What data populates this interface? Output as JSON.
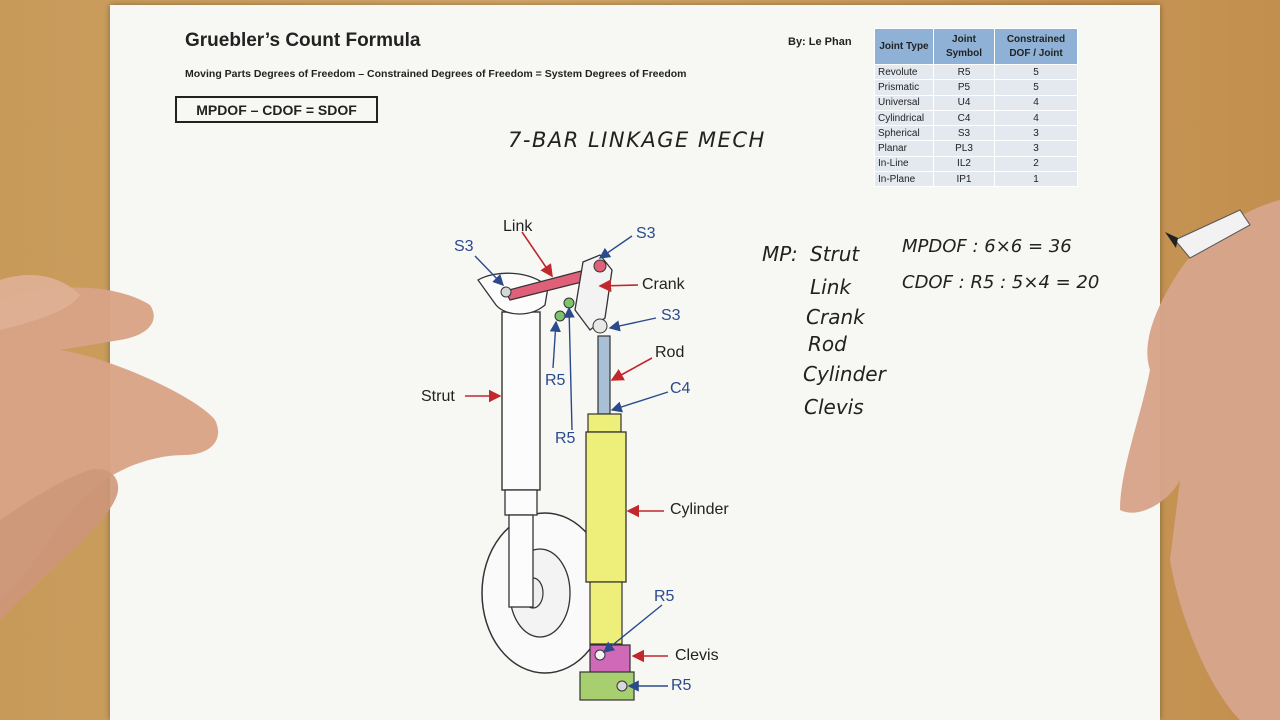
{
  "header": {
    "title": "Gruebler’s Count Formula",
    "subtitle": "Moving Parts Degrees of Freedom – Constrained Degrees of Freedom = System Degrees of Freedom",
    "formula": "MPDOF – CDOF = SDOF",
    "author": "By: Le Phan"
  },
  "joint_table": {
    "headers": [
      "Joint Type",
      "Joint Symbol",
      "Constrained DOF / Joint"
    ],
    "rows": [
      {
        "type": "Revolute",
        "symbol": "R5",
        "dof": "5"
      },
      {
        "type": "Prismatic",
        "symbol": "P5",
        "dof": "5"
      },
      {
        "type": "Universal",
        "symbol": "U4",
        "dof": "4"
      },
      {
        "type": "Cylindrical",
        "symbol": "C4",
        "dof": "4"
      },
      {
        "type": "Spherical",
        "symbol": "S3",
        "dof": "3"
      },
      {
        "type": "Planar",
        "symbol": "PL3",
        "dof": "3"
      },
      {
        "type": "In-Line",
        "symbol": "IL2",
        "dof": "2"
      },
      {
        "type": "In-Plane",
        "symbol": "IP1",
        "dof": "1"
      }
    ],
    "header_color": "#8fb1d6",
    "row_color": "#e4e9f0"
  },
  "handwriting": {
    "diagram_title": "7-BAR LINKAGE MECH",
    "mp_label": "MP:",
    "moving_parts": [
      "Strut",
      "Link",
      "Crank",
      "Rod",
      "Cylinder",
      "Clevis"
    ],
    "mpdof": "MPDOF : 6×6 = 36",
    "cdof": "CDOF : R5 : 5×4 = 20"
  },
  "diagram_labels": {
    "link": "Link",
    "crank": "Crank",
    "rod": "Rod",
    "strut": "Strut",
    "cylinder": "Cylinder",
    "clevis": "Clevis",
    "s3_left": "S3",
    "s3_top": "S3",
    "s3_right": "S3",
    "r5_upper": "R5",
    "r5_mid": "R5",
    "c4": "C4",
    "r5_lower": "R5",
    "r5_bottom": "R5"
  },
  "colors": {
    "label_blue": "#2b4a8c",
    "arrow_red": "#c0282d",
    "link_pink": "#e0607a",
    "cylinder_yellow": "#eeee7a",
    "rod_blue": "#a9bfd6",
    "clevis_magenta": "#d06ab8",
    "base_green": "#a7cf6f"
  }
}
